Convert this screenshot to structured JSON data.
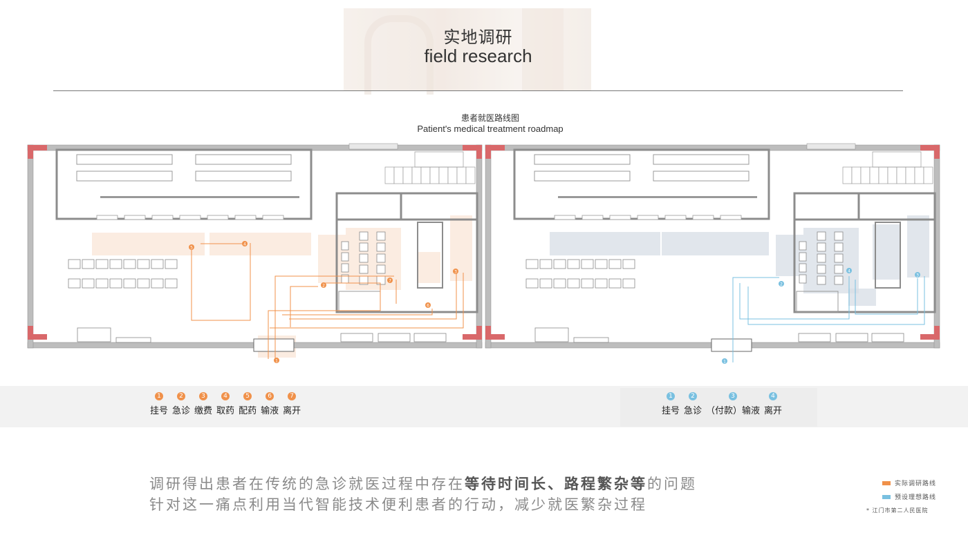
{
  "header": {
    "title_cn": "实地调研",
    "title_en": "field research"
  },
  "diagram": {
    "title_cn": "患者就医路线图",
    "title_en": "Patient's medical treatment roadmap"
  },
  "legend_actual": [
    {
      "num": "1",
      "label": "挂号"
    },
    {
      "num": "2",
      "label": "急诊"
    },
    {
      "num": "3",
      "label": "缴费"
    },
    {
      "num": "4",
      "label": "取药"
    },
    {
      "num": "5",
      "label": "配药"
    },
    {
      "num": "6",
      "label": "输液"
    },
    {
      "num": "7",
      "label": "离开"
    }
  ],
  "legend_ideal": [
    {
      "num": "1",
      "label": "挂号"
    },
    {
      "num": "2",
      "label": "急诊"
    },
    {
      "num": "3",
      "label": "（付款）输液"
    },
    {
      "num": "4",
      "label": "离开"
    }
  ],
  "summary": {
    "line1_a": "调研得出患者在传统的急诊就医过程中存在",
    "line1_b": "等待时间长、路程繁杂等",
    "line1_c": "的问题",
    "line2": "针对这一痛点利用当代智能技术便利患者的行动，减少就医繁杂过程"
  },
  "keys": [
    {
      "label": "实际调研路线",
      "color": "#f0914a"
    },
    {
      "label": "预设理想路线",
      "color": "#79c0e0"
    }
  ],
  "note": "* 江门市第二人民医院",
  "colors": {
    "orange": "#f0914a",
    "blue": "#79c0e0",
    "corner": "#d9686a"
  },
  "plan_markers": {
    "left": [
      "1",
      "2",
      "3",
      "4",
      "5",
      "6",
      "7"
    ],
    "right": [
      "1",
      "2",
      "3",
      "4"
    ]
  }
}
